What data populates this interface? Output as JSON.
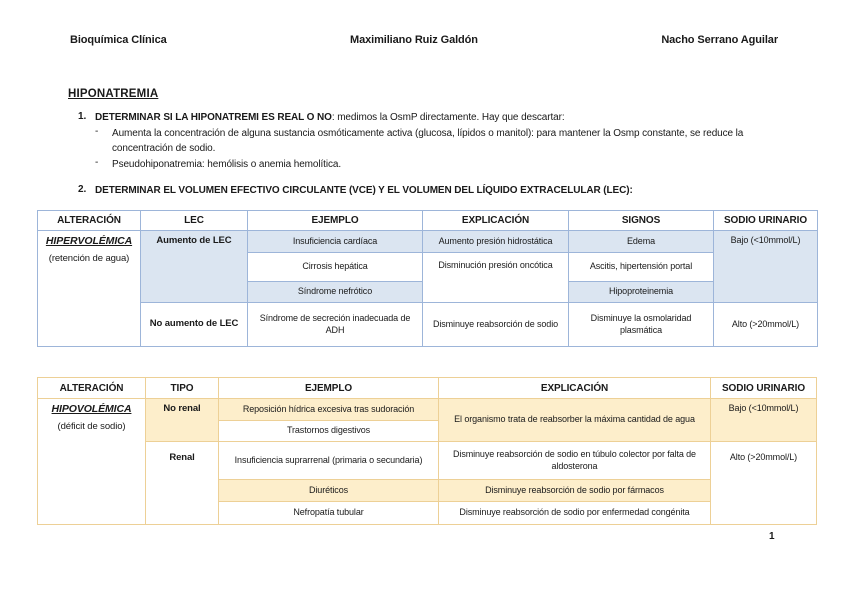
{
  "header": {
    "left": "Bioquímica Clínica",
    "center": "Maximiliano Ruiz Galdón",
    "right": "Nacho Serrano Aguilar"
  },
  "title": "HIPONATREMIA",
  "item1": {
    "number": "1.",
    "bold": "DETERMINAR SI LA HIPONATREMI ES REAL O NO",
    "rest": ": medimos la OsmP directamente. Hay que descartar:",
    "bullet_dash": "-",
    "bullets": [
      "Aumenta la concentración de alguna sustancia osmóticamente activa (glucosa, lípidos o manitol): para mantener la Osmp constante, se reduce la concentración de sodio.",
      "Pseudohiponatremia: hemólisis o anemia hemolítica."
    ]
  },
  "item2": {
    "number": "2.",
    "bold": "DETERMINAR EL VOLUMEN EFECTIVO CIRCULANTE (VCE) Y EL VOLUMEN DEL LÍQUIDO EXTRACELULAR (LEC):"
  },
  "colors": {
    "table1_fill": "#dbe5f1",
    "table1_border": "#9db5d9",
    "table2_fill": "#fdeecb",
    "table2_border": "#edd096"
  },
  "table1": {
    "headers": [
      "ALTERACIÓN",
      "LEC",
      "EJEMPLO",
      "EXPLICACIÓN",
      "SIGNOS",
      "SODIO URINARIO"
    ],
    "alteracion_title": "HIPERVOLÉMICA",
    "alteracion_sub": "(retención de agua)",
    "lec": [
      "Aumento de LEC",
      "No aumento de LEC"
    ],
    "ejemplo": [
      "Insuficiencia cardíaca",
      "Cirrosis hepática",
      "Síndrome nefrótico",
      "Síndrome de secreción inadecuada de ADH"
    ],
    "explicacion": [
      "Aumento presión hidrostática",
      "Disminución presión oncótica",
      "Disminuye reabsorción de sodio"
    ],
    "signos": [
      "Edema",
      "Ascitis, hipertensión portal",
      "Hipoproteinemia",
      "Disminuye la osmolaridad plasmática"
    ],
    "sodio": [
      "Bajo (<10mmol/L)",
      "Alto (>20mmol/L)"
    ]
  },
  "table2": {
    "headers": [
      "ALTERACIÓN",
      "TIPO",
      "EJEMPLO",
      "EXPLICACIÓN",
      "SODIO URINARIO"
    ],
    "alteracion_title": "HIPOVOLÉMICA",
    "alteracion_sub": "(déficit de sodio)",
    "tipo": [
      "No renal",
      "Renal"
    ],
    "ejemplo": [
      "Reposición hídrica excesiva tras sudoración",
      "Trastornos digestivos",
      "Insuficiencia suprarrenal (primaria o secundaria)",
      "Diuréticos",
      "Nefropatía tubular"
    ],
    "explicacion": [
      "El organismo trata de reabsorber la máxima cantidad de agua",
      "Disminuye reabsorción de sodio en túbulo colector por falta de aldosterona",
      "Disminuye reabsorción de sodio por fármacos",
      "Disminuye reabsorción de sodio por enfermedad congénita"
    ],
    "sodio": [
      "Bajo (<10mmol/L)",
      "Alto (>20mmol/L)"
    ]
  },
  "footer": {
    "page_number": "1"
  }
}
